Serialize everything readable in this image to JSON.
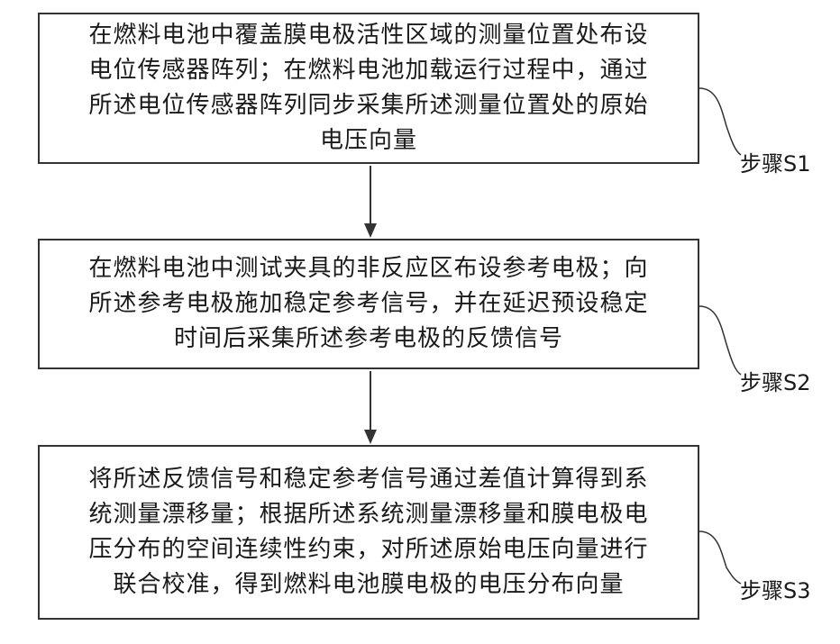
{
  "steps": [
    {
      "text": "在燃料电池中覆盖膜电极活性区域的测量位置处布设\n电位传感器阵列；在燃料电池加载运行过程中，通过\n所述电位传感器阵列同步采集所述测量位置处的原始\n电压向量",
      "label": "步骤S1"
    },
    {
      "text": "在燃料电池中测试夹具的非反应区布设参考电极；向\n所述参考电极施加稳定参考信号，并在延迟预设稳定\n时间后采集所述参考电极的反馈信号",
      "label": "步骤S2"
    },
    {
      "text": "将所述反馈信号和稳定参考信号通过差值计算得到系\n统测量漂移量；根据所述系统测量漂移量和膜电极电\n压分布的空间连续性约束，对所述原始电压向量进行\n联合校准，得到燃料电池膜电极的电压分布向量",
      "label": "步骤S3"
    }
  ],
  "colors": {
    "line": "#333333",
    "text": "#1a1a1a",
    "background": "#ffffff"
  }
}
